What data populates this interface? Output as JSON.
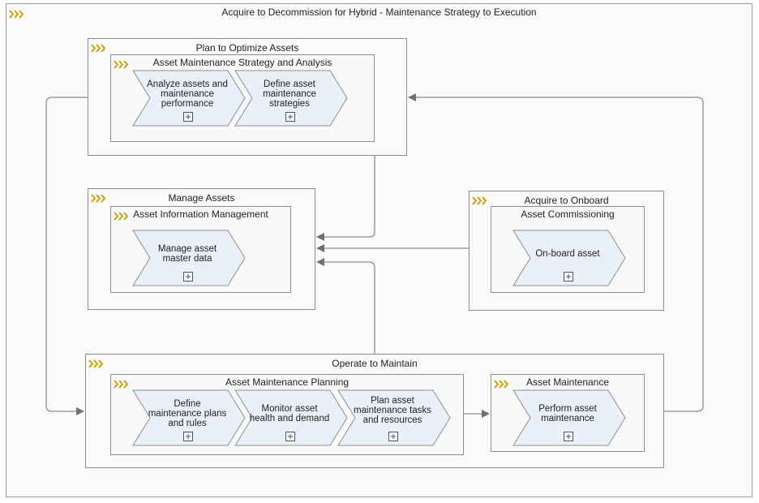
{
  "diagram": {
    "title": "Acquire to Decommission for Hybrid - Maintenance Strategy to Execution",
    "groups": {
      "plan": {
        "title": "Plan to Optimize Assets",
        "sub_title": "Asset Maintenance Strategy and Analysis",
        "steps": [
          "Analyze assets and maintenance performance",
          "Define asset maintenance strategies"
        ]
      },
      "manage": {
        "title": "Manage Assets",
        "sub_title": "Asset Information Management",
        "steps": [
          "Manage asset master data"
        ]
      },
      "acquire": {
        "title": "Acquire to Onboard",
        "sub_title": "Asset Commissioning",
        "steps": [
          "On-board asset"
        ]
      },
      "operate": {
        "title": "Operate to Maintain",
        "sub_title": "Asset Maintenance Planning",
        "steps": [
          "Define maintenance plans and rules",
          "Monitor asset health and demand",
          "Plan asset maintenance tasks and resources"
        ],
        "sub2_title": "Asset Maintenance Execution",
        "sub2_steps": [
          "Perform asset maintenance"
        ]
      }
    }
  },
  "colors": {
    "step_fill": "#e9f0f9",
    "border": "#8e8e8e",
    "connector": "#707070",
    "chevron_icon": "#c9a400"
  },
  "icons": {
    "group_marker": "triple-chevron-icon",
    "expand": "plus-box-icon"
  }
}
